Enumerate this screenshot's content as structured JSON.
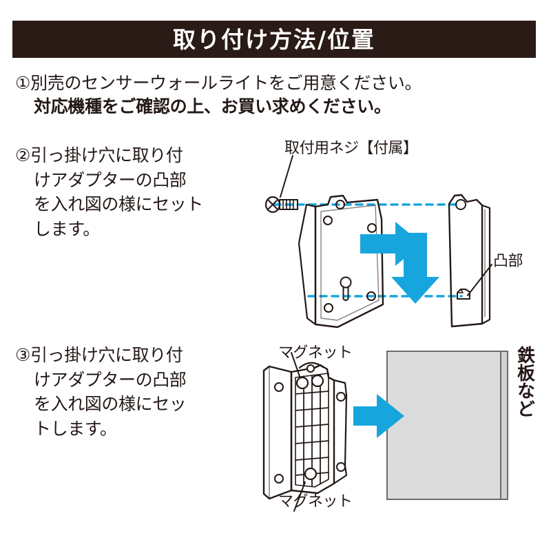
{
  "header": {
    "title": "取り付け方法/位置",
    "bar_color": "#2a1b16",
    "text_color": "#ffffff"
  },
  "colors": {
    "accent_arrow": "#16a6dd",
    "dashed_guide": "#16a6dd",
    "line_art": "#231815",
    "panel_fill": "#dcdcdc",
    "background": "#ffffff"
  },
  "steps": {
    "step1": {
      "line1": "①別売のセンサーウォールライトをご用意ください。",
      "line2": "対応機種をご確認の上、お買い求めください。"
    },
    "step2": {
      "lines": [
        "②引っ掛け穴に取り付",
        "けアダプターの凸部",
        "を入れ図の様にセット",
        "します。"
      ]
    },
    "step3": {
      "lines": [
        "③引っ掛け穴に取り付",
        "けアダプターの凸部",
        "を入れ図の様にセッ",
        "トします。"
      ]
    }
  },
  "figure2": {
    "label_screw": "取付用ネジ【付属】",
    "label_protrusion": "凸部"
  },
  "figure3": {
    "label_magnet_top": "マグネット",
    "label_magnet_bottom": "マグネット",
    "label_iron_plate": "鉄板など"
  }
}
